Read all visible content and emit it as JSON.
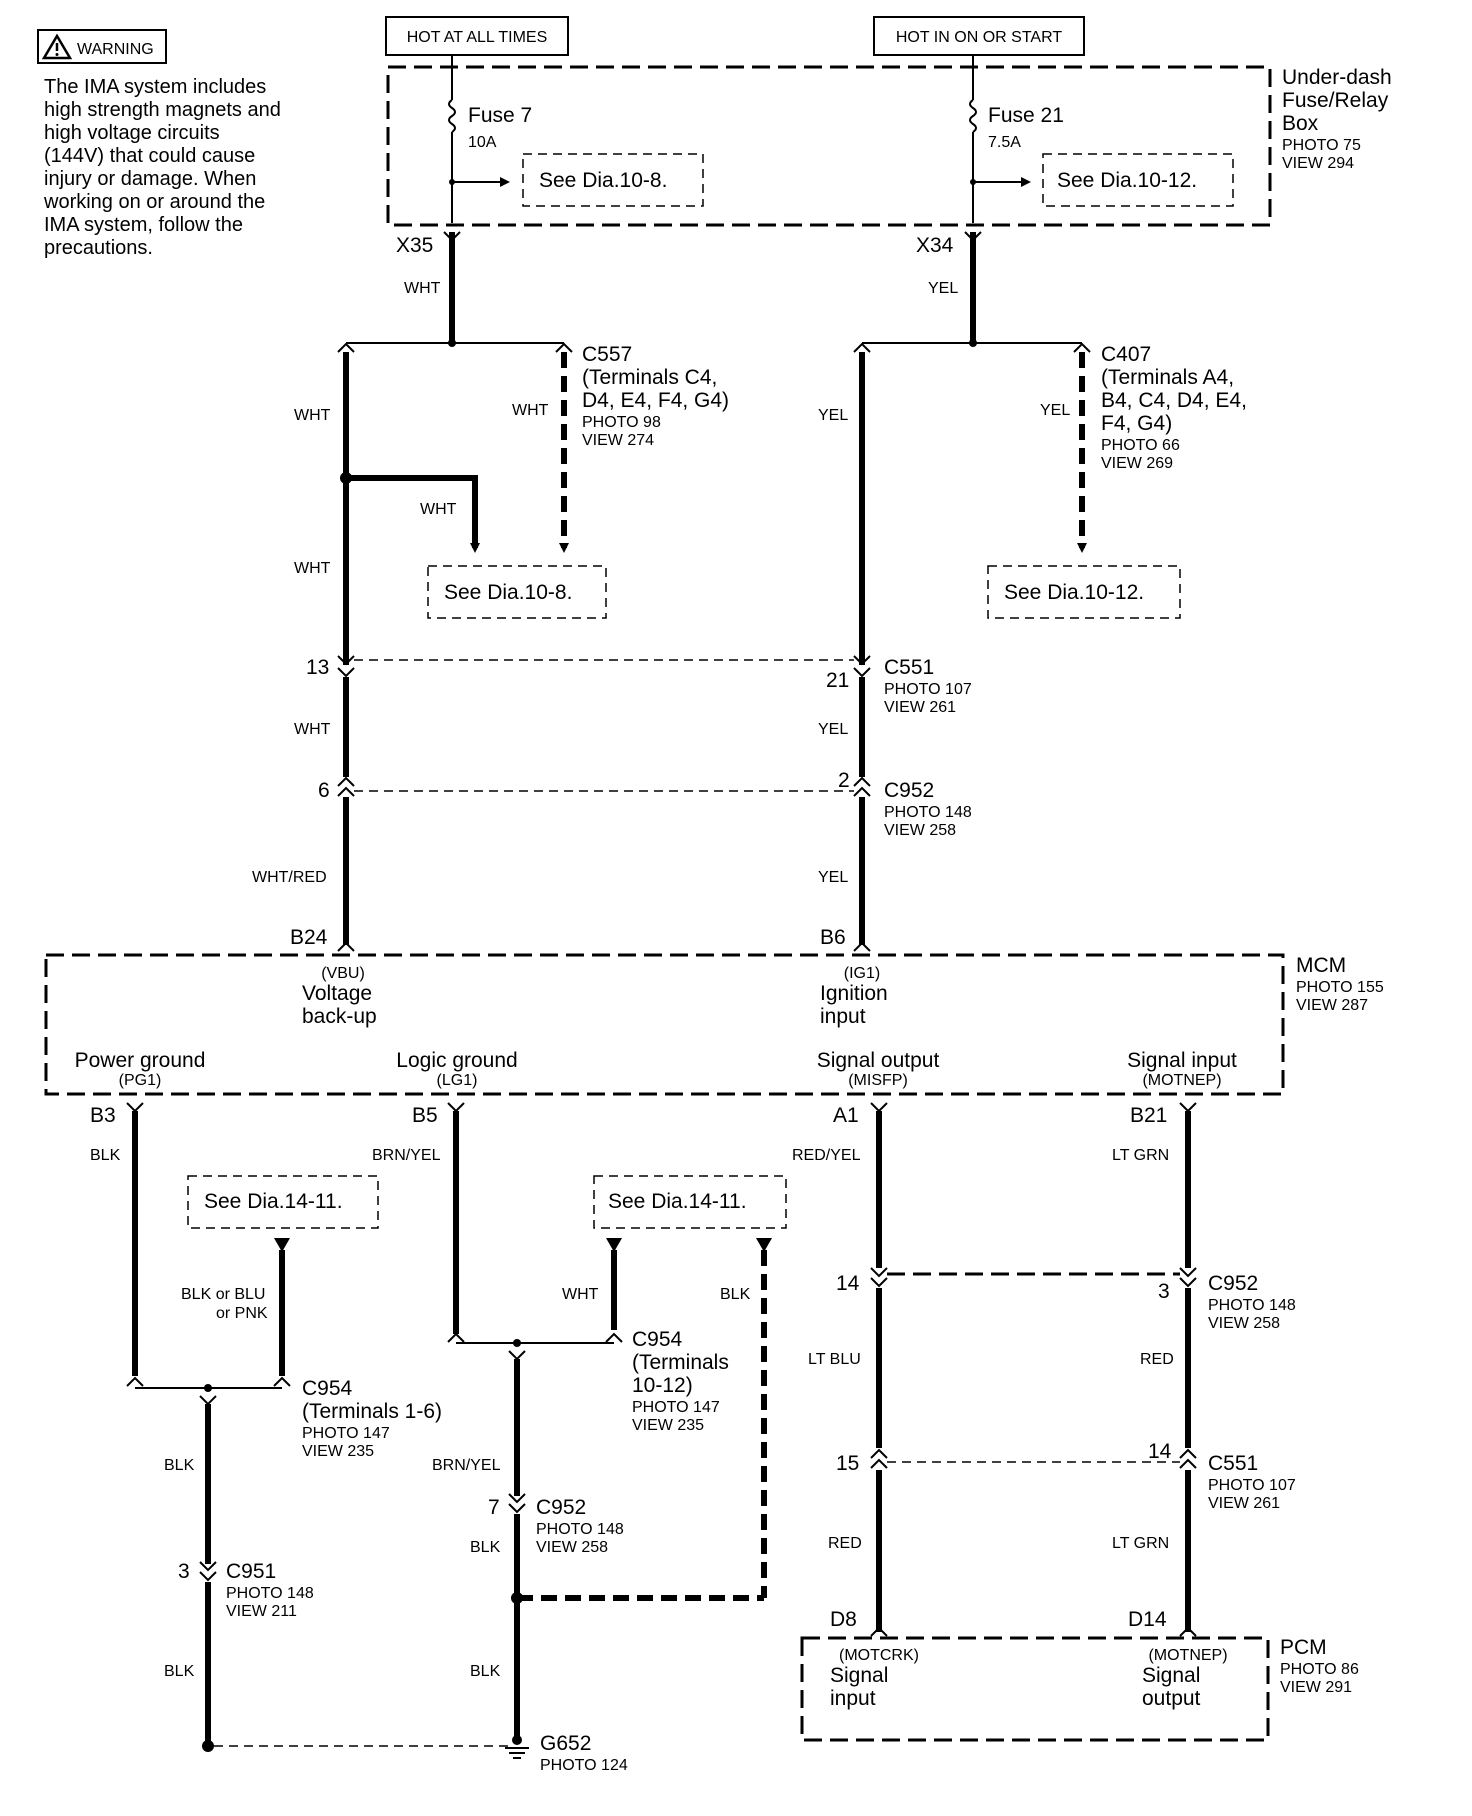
{
  "warning": {
    "badge": "WARNING",
    "lines": [
      "The IMA system includes",
      "high strength magnets and",
      "high voltage circuits",
      "(144V) that could cause",
      "injury or damage. When",
      "working on or around the",
      "IMA system, follow the",
      "precautions."
    ]
  },
  "power_labels": {
    "hot_always": "HOT AT ALL TIMES",
    "hot_on_start": "HOT IN ON OR START"
  },
  "fuse_box": {
    "lines": [
      "Under-dash",
      "Fuse/Relay",
      "Box"
    ],
    "photo": "PHOTO 75",
    "view": "VIEW 294"
  },
  "fuses": [
    {
      "name": "Fuse 7",
      "rating": "10A",
      "see": "See Dia.10-8.",
      "terminal": "X35",
      "wire": "WHT"
    },
    {
      "name": "Fuse 21",
      "rating": "7.5A",
      "see": "See Dia.10-12.",
      "terminal": "X34",
      "wire": "YEL"
    }
  ],
  "connectors": {
    "c557": {
      "lines": [
        "C557",
        "(Terminals C4,",
        "D4, E4, F4, G4)"
      ],
      "photo": "PHOTO 98",
      "view": "VIEW 274"
    },
    "c407": {
      "lines": [
        "C407",
        "(Terminals A4,",
        "B4, C4, D4, E4,",
        "F4, G4)"
      ],
      "photo": "PHOTO 66",
      "view": "VIEW 269"
    },
    "c551_top": {
      "name": "C551",
      "photo": "PHOTO 107",
      "view": "VIEW 261",
      "pin_left": "13",
      "pin_right": "21"
    },
    "c952_top": {
      "name": "C952",
      "photo": "PHOTO 148",
      "view": "VIEW 258",
      "pin_left": "6",
      "pin_right": "2"
    },
    "c954_a": {
      "lines": [
        "C954",
        "(Terminals 1-6)"
      ],
      "photo": "PHOTO 147",
      "view": "VIEW 235"
    },
    "c954_b": {
      "lines": [
        "C954",
        "(Terminals",
        "10-12)"
      ],
      "photo": "PHOTO 147",
      "view": "VIEW 235"
    },
    "c951": {
      "name": "C951",
      "photo": "PHOTO 148",
      "view": "VIEW 211",
      "pin": "3"
    },
    "c952_mid": {
      "name": "C952",
      "photo": "PHOTO 148",
      "view": "VIEW 258",
      "pin": "7"
    },
    "c952_right": {
      "name": "C952",
      "photo": "PHOTO 148",
      "view": "VIEW 258",
      "pin_left": "14",
      "pin_right": "3"
    },
    "c551_right": {
      "name": "C551",
      "photo": "PHOTO 107",
      "view": "VIEW 261",
      "pin_left": "15",
      "pin_right": "14"
    },
    "g652": {
      "name": "G652",
      "photo": "PHOTO 124"
    }
  },
  "see_refs": {
    "dia_10_8": "See Dia.10-8.",
    "dia_10_12": "See Dia.10-12.",
    "dia_14_11": "See Dia.14-11."
  },
  "wires": {
    "wht": "WHT",
    "yel": "YEL",
    "wht_red": "WHT/RED",
    "blk": "BLK",
    "brn_yel": "BRN/YEL",
    "red_yel": "RED/YEL",
    "lt_grn": "LT GRN",
    "blk_or_blu_1": "BLK or BLU",
    "blk_or_blu_2": "or PNK",
    "lt_blu": "LT BLU",
    "red": "RED"
  },
  "mcm": {
    "title": "MCM",
    "photo": "PHOTO 155",
    "view": "VIEW 287",
    "pin_b24": "B24",
    "pin_b6": "B6",
    "vbu_code": "(VBU)",
    "vbu_l1": "Voltage",
    "vbu_l2": "back-up",
    "ig1_code": "(IG1)",
    "ig1_l1": "Ignition",
    "ig1_l2": "input",
    "pg1_label": "Power ground",
    "pg1_code": "(PG1)",
    "pin_b3": "B3",
    "lg1_label": "Logic ground",
    "lg1_code": "(LG1)",
    "pin_b5": "B5",
    "misfp_label": "Signal output",
    "misfp_code": "(MISFP)",
    "pin_a1": "A1",
    "motnep_label": "Signal input",
    "motnep_code": "(MOTNEP)",
    "pin_b21": "B21"
  },
  "pcm": {
    "title": "PCM",
    "photo": "PHOTO 86",
    "view": "VIEW 291",
    "pin_d8": "D8",
    "pin_d14": "D14",
    "motcrk_code": "(MOTCRK)",
    "motcrk_l1": "Signal",
    "motcrk_l2": "input",
    "motnep_code": "(MOTNEP)",
    "motnep_l1": "Signal",
    "motnep_l2": "output"
  }
}
